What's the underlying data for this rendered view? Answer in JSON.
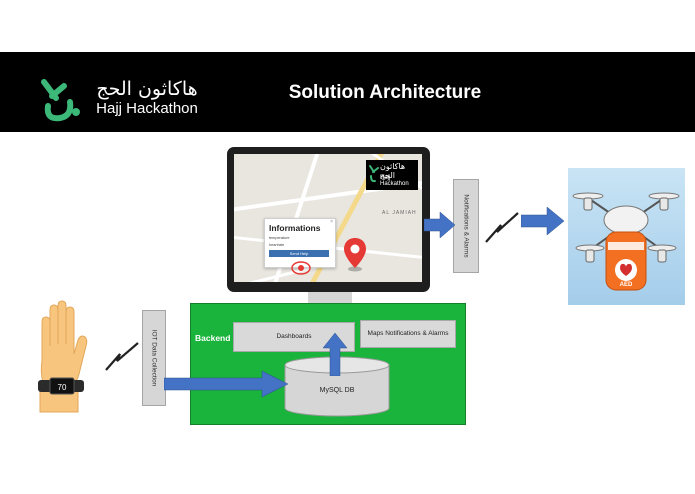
{
  "header": {
    "logo_arabic": "هاكاثون الحج",
    "logo_english": "Hajj Hackathon",
    "title": "Solution Architecture"
  },
  "screen": {
    "logo_arabic": "هاكاثون الحج",
    "logo_english": "Hajj Hackathon",
    "area_label": "AL JAMIAH",
    "popup": {
      "title": "Informations",
      "close": "×",
      "temperature_label": "temperature",
      "heartrate_label": "heartrate",
      "button": "Send Help"
    }
  },
  "backend": {
    "label": "Backend",
    "dashboards": "Dashboards",
    "maps_notifications": "Maps Notifications & Alarms",
    "db": "MySQL DB"
  },
  "iot_bar": "IOT Data Collection",
  "notification_bar": "Notifications & Alarms",
  "wristband_display": "70",
  "drone_label": "AED",
  "colors": {
    "header_bg": "#000000",
    "backend_bg": "#1ab33c",
    "arrow_blue": "#4472c4",
    "logo_green": "#3cb878",
    "pin_red": "#e53935"
  }
}
